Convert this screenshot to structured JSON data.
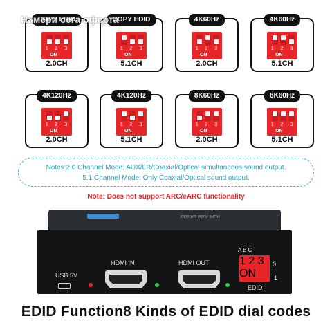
{
  "watermark": "Намери сега оферта",
  "cards": [
    {
      "tag": "COPY EDID",
      "ch": "2.0CH",
      "sw": [
        "down",
        "down",
        "down"
      ]
    },
    {
      "tag": "COPY EDID",
      "ch": "5.1CH",
      "sw": [
        "up",
        "down",
        "down"
      ]
    },
    {
      "tag": "4K60Hz",
      "ch": "2.0CH",
      "sw": [
        "down",
        "up",
        "down"
      ]
    },
    {
      "tag": "4K60Hz",
      "ch": "5.1CH",
      "sw": [
        "up",
        "up",
        "down"
      ]
    },
    {
      "tag": "4K120Hz",
      "ch": "2.0CH",
      "sw": [
        "down",
        "down",
        "up"
      ]
    },
    {
      "tag": "4K120Hz",
      "ch": "5.1CH",
      "sw": [
        "up",
        "down",
        "up"
      ]
    },
    {
      "tag": "8K60Hz",
      "ch": "2.0CH",
      "sw": [
        "down",
        "up",
        "up"
      ]
    },
    {
      "tag": "8K60Hz",
      "ch": "5.1CH",
      "sw": [
        "up",
        "up",
        "up"
      ]
    }
  ],
  "dip_numbers": "1 2 3",
  "dip_on": "ON",
  "notes": {
    "line1": "Notes:2.0 Channel Mode: AUX/LR/Coaxial/Optical simultaneous sound output.",
    "line2": "5.1 Channel Mode: Only Coaxial/Optical sound output."
  },
  "warning": "Note: Does not support ARC/eARC functionality",
  "device": {
    "usb_label": "USB 5V",
    "hdmi_in_label": "HDMI IN",
    "hdmi_out_label": "HDMI OUT",
    "edid_label": "EDID",
    "switch_letters": "A B C",
    "pos0": "0",
    "pos1": "1",
    "top_text": "HDMI Audio Extractor"
  },
  "footer": "EDID Function8 Kinds of EDID dial codes",
  "colors": {
    "red": "#e8262a",
    "teal": "#2aa3b8",
    "led_red": "#e8262a",
    "led_green": "#35d14a"
  }
}
